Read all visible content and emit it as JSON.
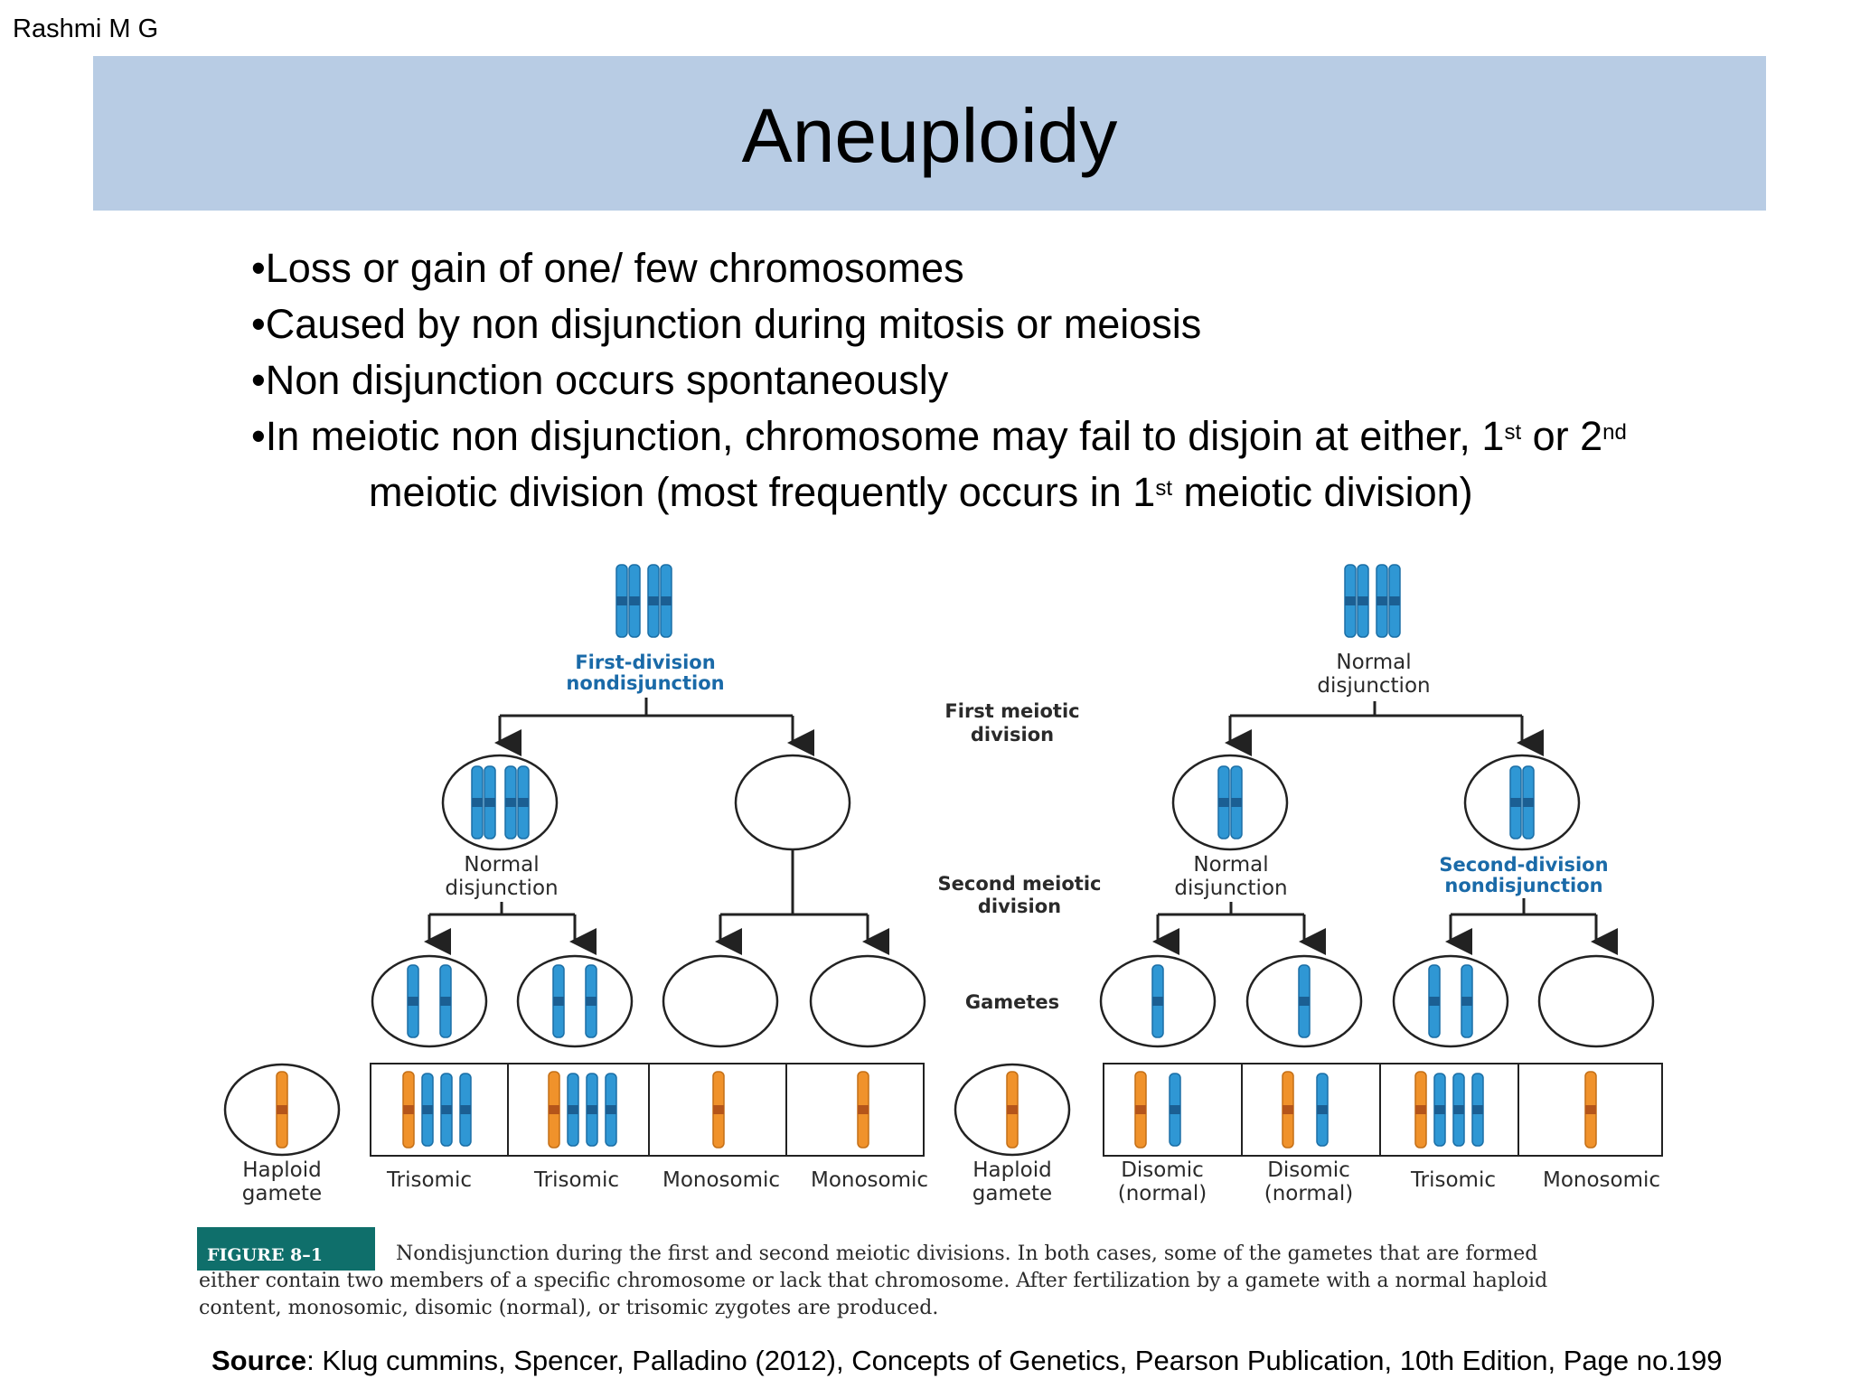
{
  "author": "Rashmi M G",
  "title": "Aneuploidy",
  "bullets": {
    "b1": "Loss or gain of one/ few chromosomes",
    "b2": "Caused by non disjunction during mitosis or meiosis",
    "b3": "Non disjunction occurs spontaneously",
    "b4_text": "In meiotic non disjunction, chromosome may fail to disjoin at either, 1",
    "b4_sup1": "st",
    "b4_mid": " or 2",
    "b4_sup2": "nd",
    "b4_cont_a": "meiotic division (most frequently occurs in 1",
    "b4_cont_sup": "st",
    "b4_cont_b": " meiotic division)"
  },
  "figure": {
    "left_title_1": "First-division",
    "left_title_2": "nondisjunction",
    "right_title_1": "Normal",
    "right_title_2": "disjunction",
    "first_meiotic_1": "First meiotic",
    "first_meiotic_2": "division",
    "second_meiotic_1": "Second meiotic",
    "second_meiotic_2": "division",
    "gametes": "Gametes",
    "left_mid_label_1": "Normal",
    "left_mid_label_2": "disjunction",
    "right_mid_a_1": "Normal",
    "right_mid_a_2": "disjunction",
    "right_mid_b_1": "Second-division",
    "right_mid_b_2": "nondisjunction",
    "haploid_1": "Haploid",
    "haploid_2": "gamete",
    "results_left": [
      "Trisomic",
      "Trisomic",
      "Monosomic",
      "Monosomic"
    ],
    "results_right": [
      [
        "Disomic",
        "(normal)"
      ],
      [
        "Disomic",
        "(normal)"
      ],
      [
        "Trisomic",
        ""
      ],
      [
        "Monosomic",
        ""
      ]
    ],
    "figure_tag": "FIGURE 8–1",
    "caption_1": "Nondisjunction during the first and second meiotic divisions. In both cases, some of the gametes that are formed",
    "caption_2": "either contain two members of a specific chromosome or lack that chromosome. After fertilization by a gamete with a normal haploid",
    "caption_3": "content, monosomic, disomic (normal), or trisomic zygotes are produced.",
    "colors": {
      "blue_chrom": "#2f97d4",
      "orange_chrom": "#f0922b",
      "tag_bg": "#0f6f6b",
      "title_band": "#b8cce4"
    }
  },
  "source": {
    "label": "Source",
    "text": ":  Klug cummins, Spencer, Palladino (2012), Concepts of Genetics, Pearson Publication, 10th Edition, Page no.199"
  }
}
